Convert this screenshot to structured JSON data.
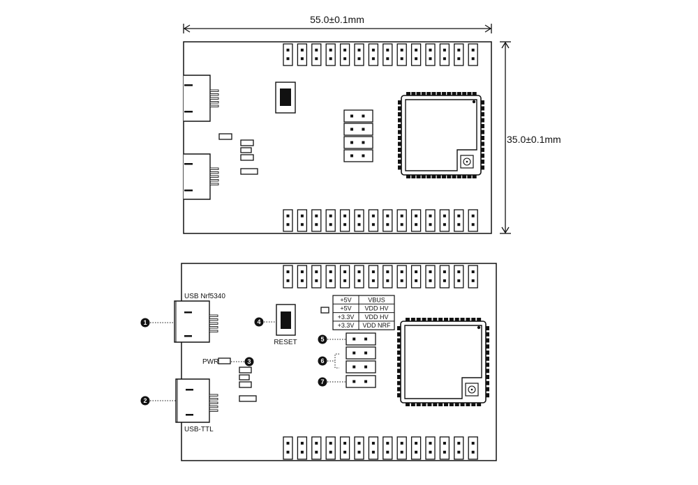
{
  "dimensions": {
    "width": "55.0±0.1mm",
    "height": "35.0±0.1mm"
  },
  "labels": {
    "usb_nrf": "USB Nrf5340",
    "usb_ttl": "USB-TTL",
    "reset": "RESET",
    "pwr": "PWR"
  },
  "callouts": [
    "1",
    "2",
    "3",
    "4",
    "5",
    "6",
    "7"
  ],
  "power_table": [
    [
      "+5V",
      "VBUS"
    ],
    [
      "+5V",
      "VDD HV"
    ],
    [
      "+3.3V",
      "VDD HV"
    ],
    [
      "+3.3V",
      "VDD NRF"
    ]
  ]
}
